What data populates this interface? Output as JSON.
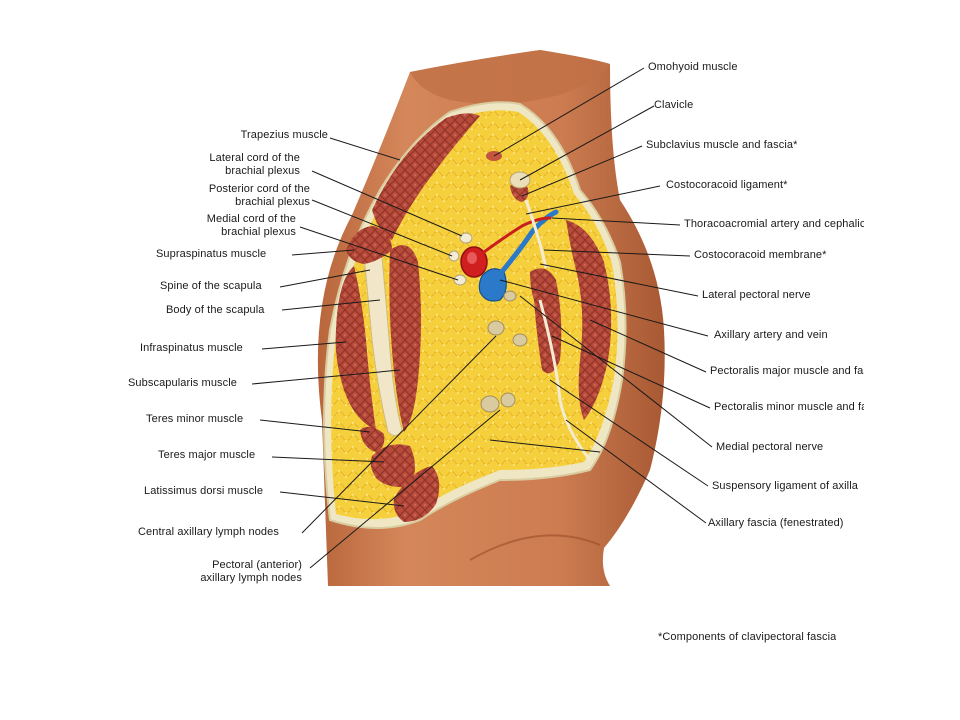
{
  "colors": {
    "skin": "#c9784c",
    "skin_dark": "#a85a35",
    "fat": "#f5cf3a",
    "muscle": "#b4493a",
    "artery": "#d11f1f",
    "vein": "#2b79c9",
    "fascia": "#f2ecd0"
  },
  "labels_left": {
    "trapezius": "Trapezius muscle",
    "lateral_cord_1": "Lateral cord of the",
    "lateral_cord_2": "brachial plexus",
    "posterior_cord_1": "Posterior cord of the",
    "posterior_cord_2": "brachial plexus",
    "medial_cord_1": "Medial cord of the",
    "medial_cord_2": "brachial plexus",
    "supraspinatus": "Supraspinatus muscle",
    "spine_scapula": "Spine of the scapula",
    "body_scapula": "Body of the scapula",
    "infraspinatus": "Infraspinatus muscle",
    "subscapularis": "Subscapularis muscle",
    "teres_minor": "Teres minor muscle",
    "teres_major": "Teres major muscle",
    "latissimus": "Latissimus dorsi muscle",
    "central_nodes": "Central axillary lymph nodes",
    "pectoral_nodes_1": "Pectoral (anterior)",
    "pectoral_nodes_2": "axillary lymph nodes"
  },
  "labels_right": {
    "omohyoid": "Omohyoid muscle",
    "clavicle": "Clavicle",
    "subclavius": "Subclavius muscle and fascia*",
    "costocoracoid_lig": "Costocoracoid  ligament*",
    "thoracoacromial": "Thoracoacromial artery and cephalic vein",
    "costocoracoid_mem": "Costocoracoid membrane*",
    "lateral_pectoral": "Lateral pectoral nerve",
    "axillary_av": "Axillary artery and vein",
    "pect_major": "Pectoralis major muscle and fascia",
    "pect_minor": "Pectoralis minor muscle and fascia",
    "medial_pectoral": "Medial pectoral nerve",
    "suspensory": "Suspensory ligament of axilla",
    "axillary_fascia": "Axillary fascia (fenestrated)"
  },
  "footnote": "*Components of clavipectoral fascia"
}
